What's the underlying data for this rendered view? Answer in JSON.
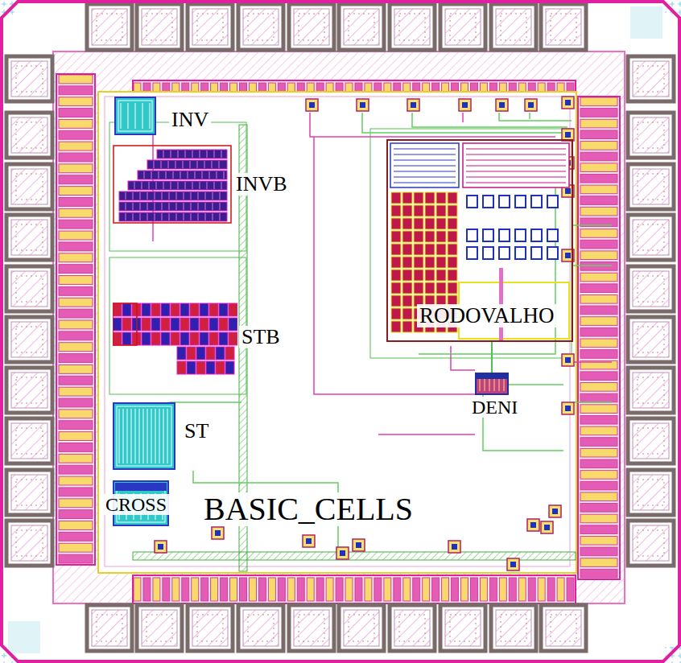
{
  "diagram": {
    "nodes": [
      {
        "text": [
          "INV"
        ]
      },
      {
        "text": [
          "INVB"
        ]
      },
      {
        "text": [
          "STB"
        ]
      },
      {
        "text": [
          "ST"
        ]
      },
      {
        "text": [
          "CROSS"
        ]
      },
      {
        "text": [
          "RODOVALHO"
        ]
      },
      {
        "text": [
          "DENI"
        ]
      }
    ],
    "edges": [
      {
        "from": 5,
        "to": 6,
        "arrow": "none"
      }
    ],
    "labels": [
      "BASIC_CELLS"
    ]
  }
}
